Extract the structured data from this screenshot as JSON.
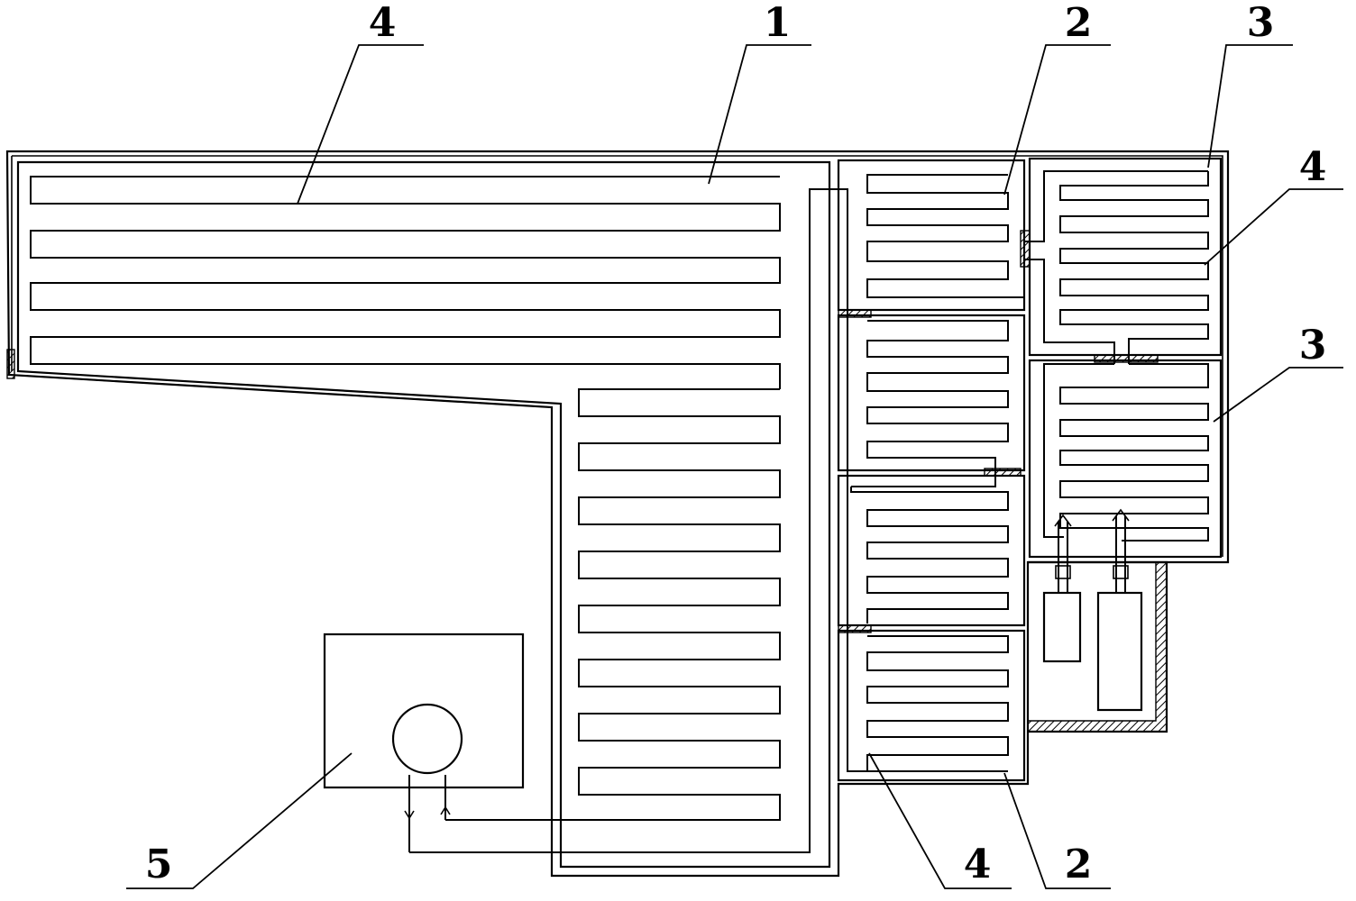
{
  "labels": {
    "top_4": "4",
    "top_1": "1",
    "top_2": "2",
    "top_3": "3",
    "right_4": "4",
    "right_3": "3",
    "bottom_5": "5",
    "bottom_4": "4",
    "bottom_2": "2"
  }
}
